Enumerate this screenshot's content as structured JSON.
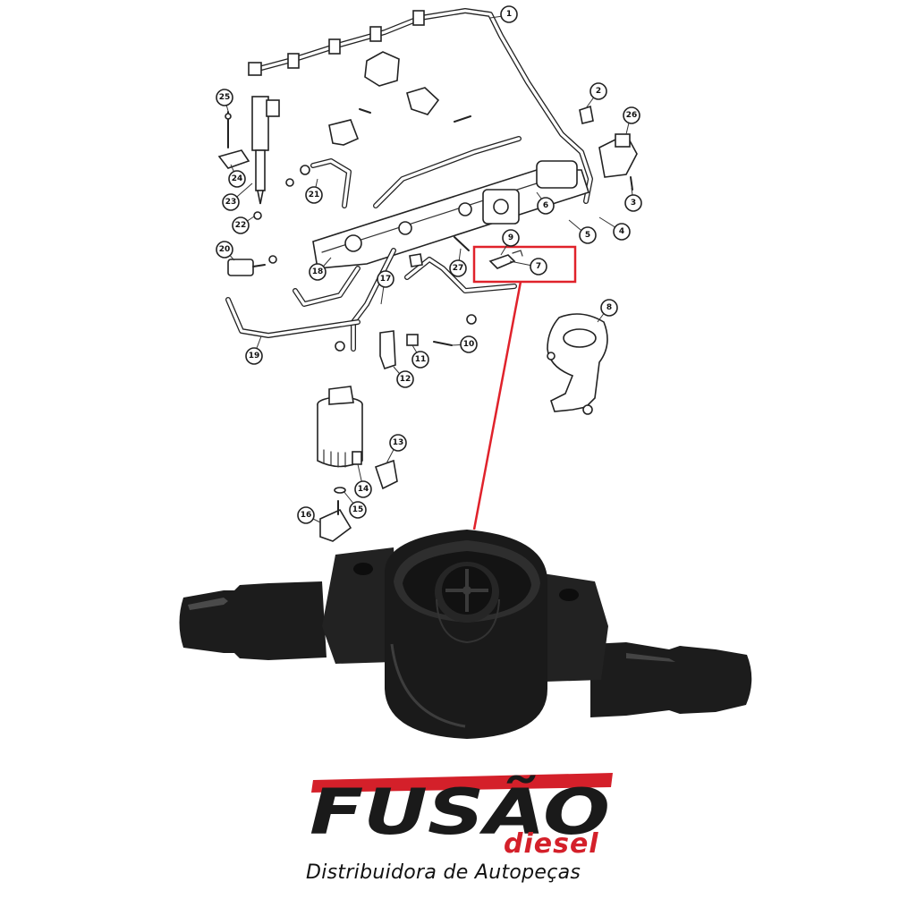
{
  "callouts": [
    {
      "id": "1",
      "label": "1"
    },
    {
      "id": "2",
      "label": "2"
    },
    {
      "id": "3",
      "label": "3"
    },
    {
      "id": "4",
      "label": "4"
    },
    {
      "id": "5",
      "label": "5"
    },
    {
      "id": "6",
      "label": "6"
    },
    {
      "id": "7",
      "label": "7"
    },
    {
      "id": "8",
      "label": "8"
    },
    {
      "id": "9",
      "label": "9"
    },
    {
      "id": "10",
      "label": "10"
    },
    {
      "id": "11",
      "label": "11"
    },
    {
      "id": "12",
      "label": "12"
    },
    {
      "id": "13",
      "label": "13"
    },
    {
      "id": "14",
      "label": "14"
    },
    {
      "id": "15",
      "label": "15"
    },
    {
      "id": "16",
      "label": "16"
    },
    {
      "id": "17",
      "label": "17"
    },
    {
      "id": "18",
      "label": "18"
    },
    {
      "id": "19",
      "label": "19"
    },
    {
      "id": "20",
      "label": "20"
    },
    {
      "id": "21",
      "label": "21"
    },
    {
      "id": "22",
      "label": "22"
    },
    {
      "id": "23",
      "label": "23"
    },
    {
      "id": "24",
      "label": "24"
    },
    {
      "id": "25",
      "label": "25"
    },
    {
      "id": "26",
      "label": "26"
    },
    {
      "id": "27",
      "label": "27"
    }
  ],
  "highlight": {
    "part_label": "7",
    "color": "#e0222b"
  },
  "brand": {
    "name": "FUSÃO",
    "sub": "diesel",
    "tagline": "Distribuidora de Autopeças",
    "accent_color": "#d4202a",
    "dark_color": "#1a1a1a"
  },
  "product": {
    "icon": "fuel-valve-icon",
    "color": "#1c1c1c"
  }
}
